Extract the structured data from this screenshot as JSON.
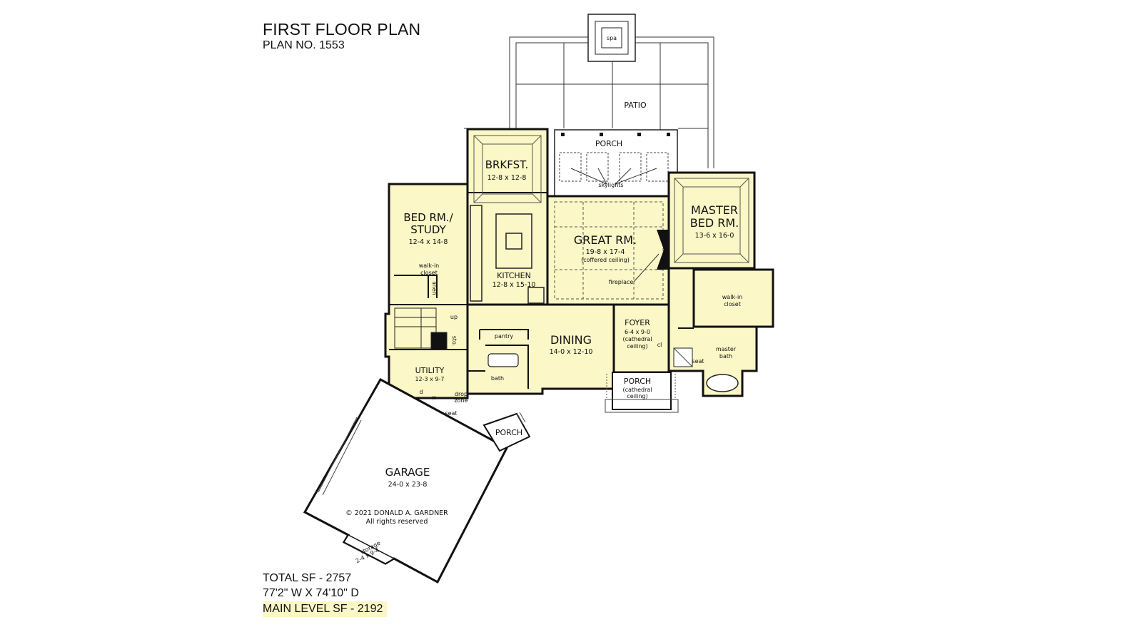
{
  "header": {
    "title": "FIRST FLOOR PLAN",
    "plan_no": "PLAN NO. 1553"
  },
  "stats": {
    "total_sf": "TOTAL SF - 2757",
    "dimensions": "77'2\" W X 74'10\" D",
    "main_level_sf": "MAIN LEVEL SF - 2192"
  },
  "rooms": {
    "spa": "spa",
    "patio": "PATIO",
    "porch_rear": "PORCH",
    "skylights": "skylights",
    "brkfst": {
      "name": "BRKFST.",
      "dim": "12-8 x 12-8"
    },
    "bedroom_study": {
      "name1": "BED RM./",
      "name2": "STUDY",
      "dim": "12-4 x 14-8"
    },
    "walkin_closet_study": {
      "l1": "walk-in",
      "l2": "closet"
    },
    "linen": "linen",
    "kitchen": {
      "name": "KITCHEN",
      "dim": "12-8 x 15-10"
    },
    "great_room": {
      "name": "GREAT RM.",
      "dim": "19-8 x 17-4",
      "note": "(coffered ceiling)"
    },
    "fireplace": "fireplace",
    "master_bedroom": {
      "name1": "MASTER",
      "name2": "BED RM.",
      "dim": "13-6 x 16-0"
    },
    "walkin_closet_master": {
      "l1": "walk-in",
      "l2": "closet"
    },
    "stair_up": "up",
    "sto": "sto.",
    "pantry": "pantry",
    "dining": {
      "name": "DINING",
      "dim": "14-0 x 12-10"
    },
    "foyer": {
      "name": "FOYER",
      "dim": "6-4 x 9-0",
      "note1": "(cathedral",
      "note2": "ceiling)"
    },
    "cl": "cl",
    "seat_master": "seat",
    "master_bath": {
      "l1": "master",
      "l2": "bath"
    },
    "utility": {
      "name": "UTILITY",
      "dim": "12-3 x 9-7"
    },
    "d": "d",
    "w": "w",
    "drop_zone": {
      "l1": "drop",
      "l2": "zone"
    },
    "seat_utility": "seat",
    "bath": "bath",
    "porch_front": {
      "name": "PORCH",
      "note1": "(cathedral",
      "note2": "ceiling)"
    },
    "porch_side": "PORCH",
    "garage": {
      "name": "GARAGE",
      "dim": "24-0 x 23-8"
    },
    "copyright": {
      "l1": "© 2021 DONALD A. GARDNER",
      "l2": "All rights reserved"
    },
    "storage": {
      "name": "storage",
      "dim": "2-4 x 9-4"
    }
  },
  "colors": {
    "floor_fill": "#fbf7c6",
    "wall": "#111111",
    "background": "#ffffff"
  }
}
